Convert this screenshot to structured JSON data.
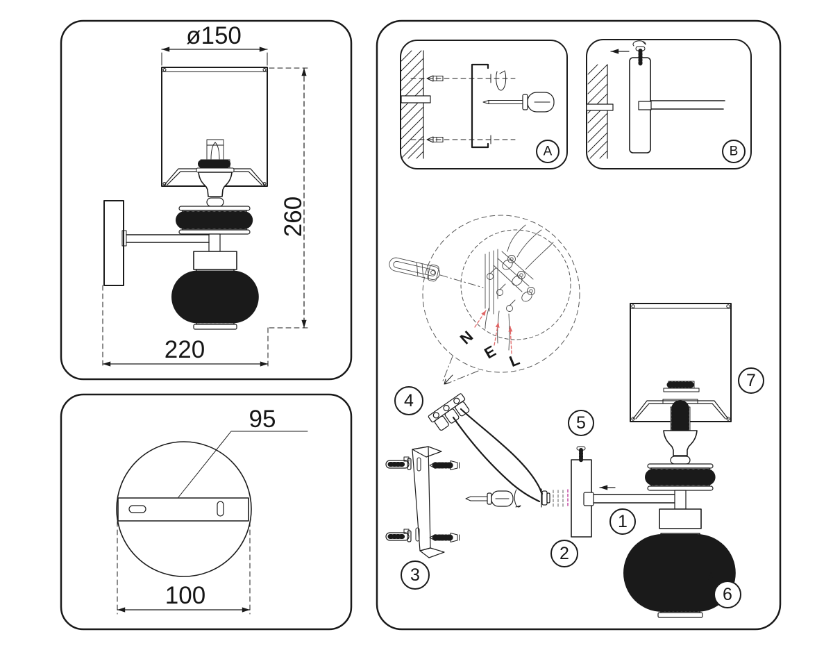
{
  "colors": {
    "line": "#1a1a1a",
    "background": "#ffffff",
    "red_leader": "#e06565",
    "magenta_dash": "#c653a8",
    "gray_dash": "#8a8a8a"
  },
  "side_view_panel": {
    "diameter_label": "ø150",
    "height_label": "260",
    "depth_label": "220"
  },
  "back_view_panel": {
    "plate_label": "95",
    "width_label": "100"
  },
  "assembly_panel": {
    "inset_a_label": "A",
    "inset_b_label": "B",
    "wire_labels": {
      "neutral": "N",
      "earth": "E",
      "live": "L"
    },
    "part_badges": {
      "arm": "1",
      "backplate": "2",
      "bracket": "3",
      "terminal": "4",
      "screw": "5",
      "body": "6",
      "shade": "7"
    }
  }
}
